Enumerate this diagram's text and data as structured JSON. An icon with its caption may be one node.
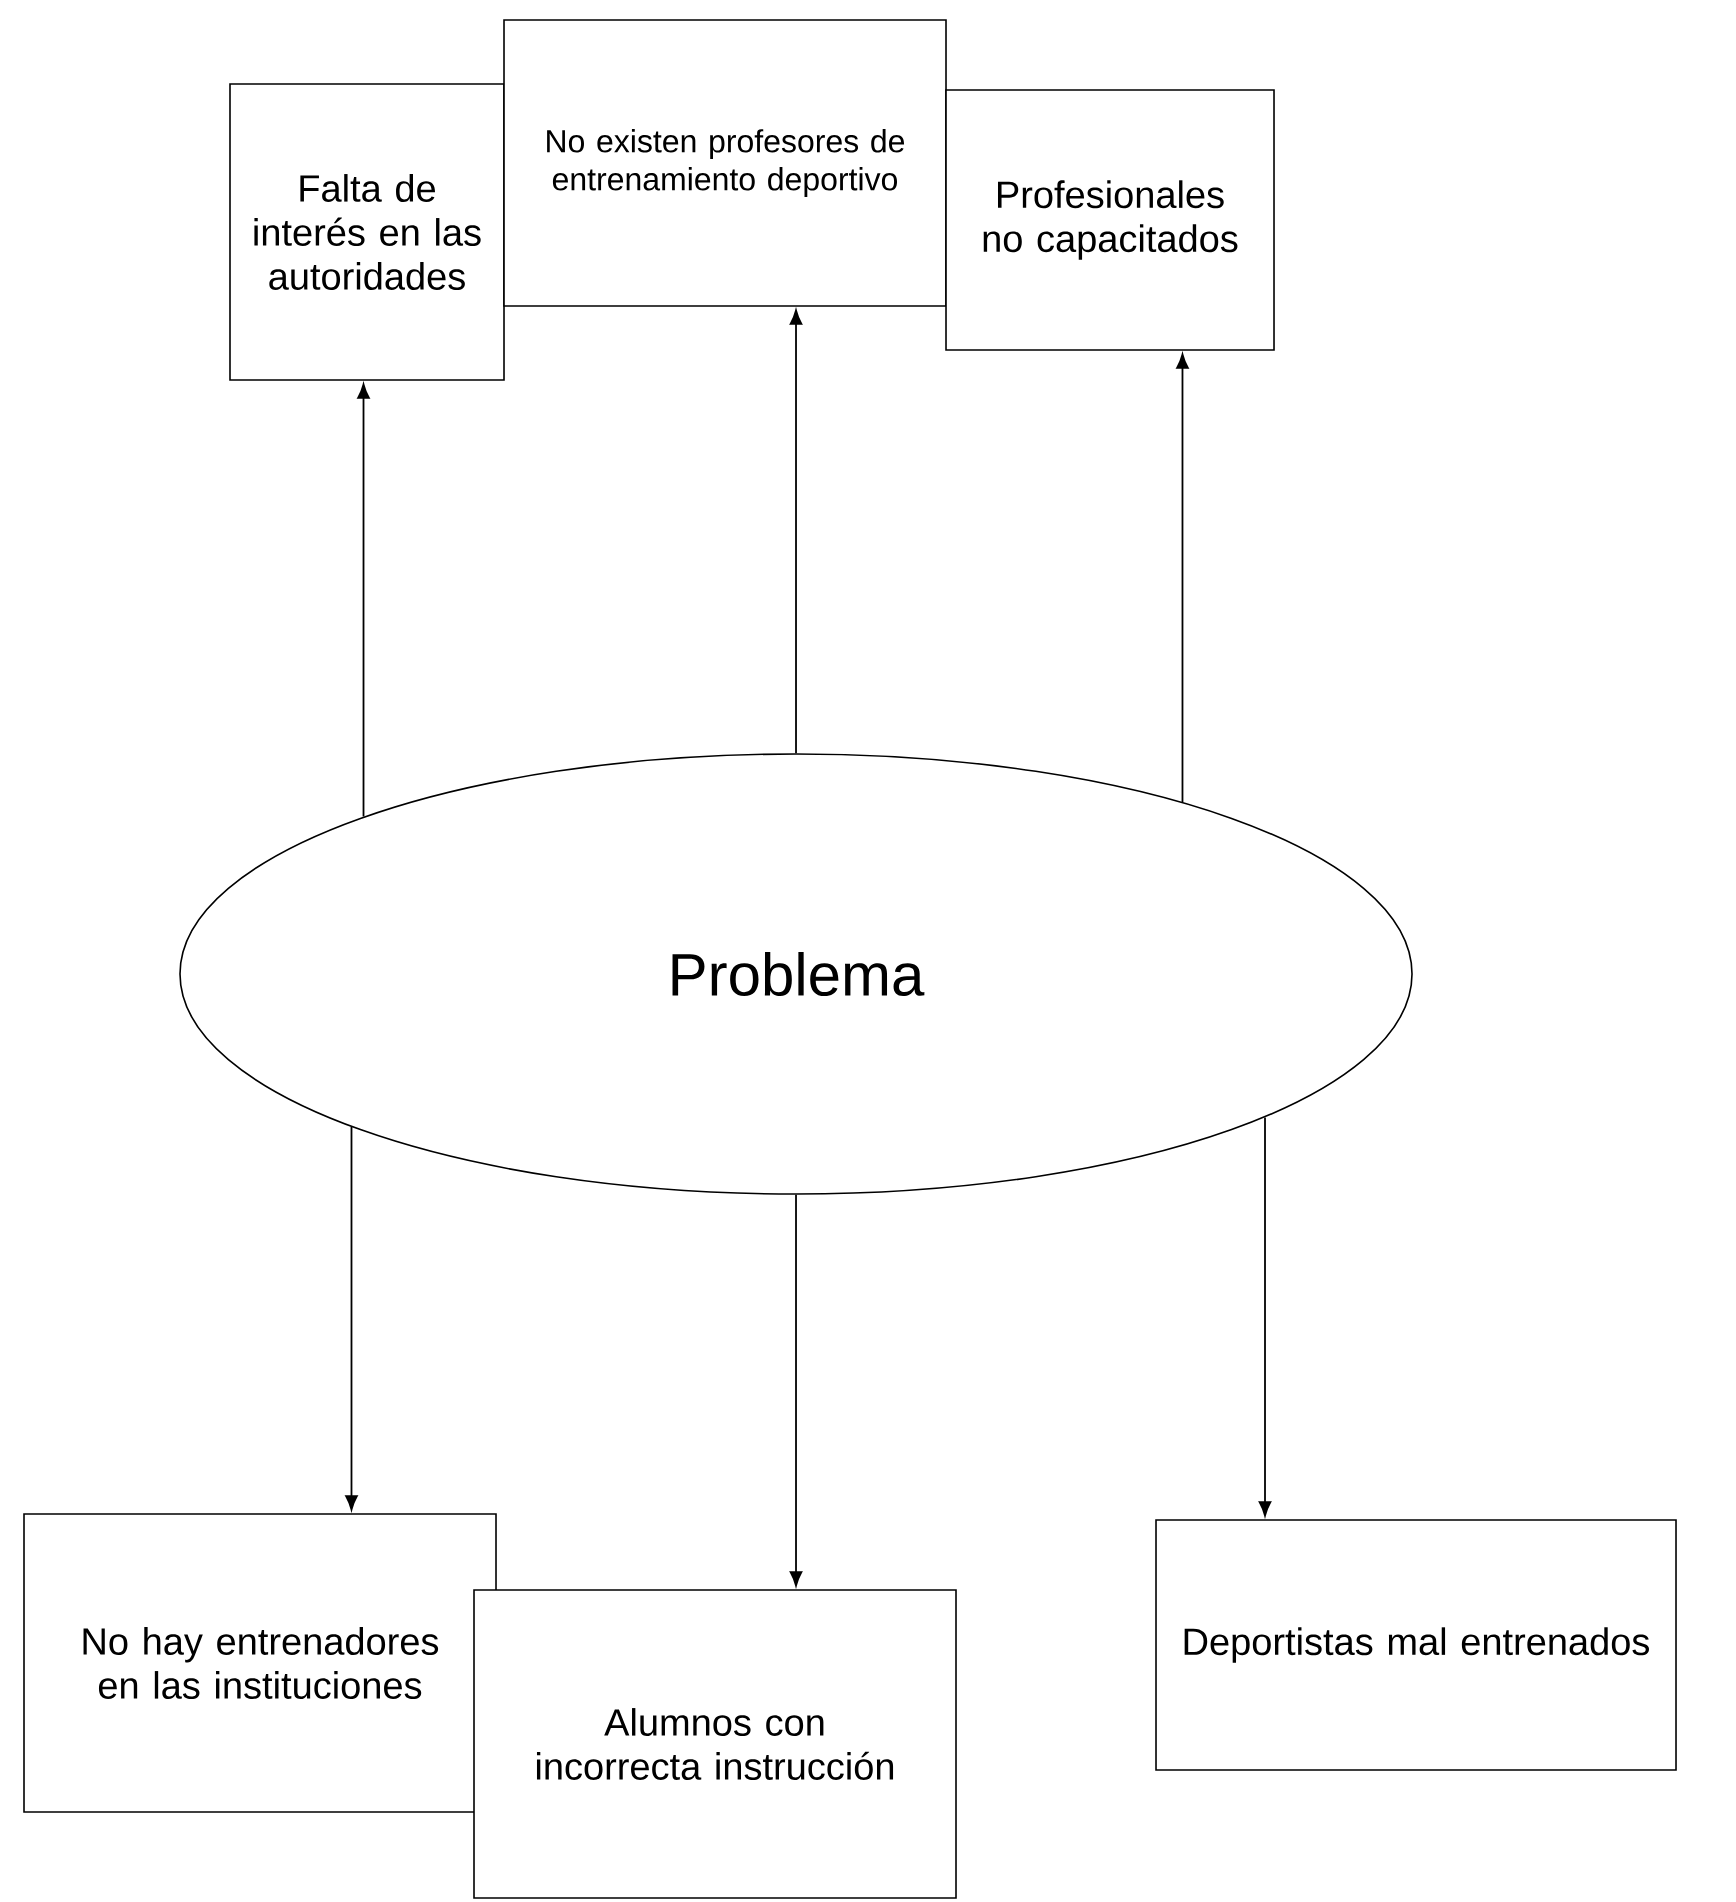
{
  "diagram": {
    "nodes": [
      {
        "text": [
          "Problema"
        ]
      },
      {
        "text": [
          "Falta de interés en las autoridades"
        ]
      },
      {
        "text": [
          "No existen profesores de entrenamiento deportivo"
        ]
      },
      {
        "text": [
          "Profesionales no capacitados"
        ]
      },
      {
        "text": [
          "No hay entrenadores en las instituciones"
        ]
      },
      {
        "text": [
          "Alumnos con incorrecta instrucción"
        ]
      },
      {
        "text": [
          "Deportistas mal entrenados"
        ]
      }
    ],
    "edges": [
      {
        "from": 0,
        "to": 1,
        "arrow": "to"
      },
      {
        "from": 0,
        "to": 2,
        "arrow": "to"
      },
      {
        "from": 0,
        "to": 3,
        "arrow": "to"
      },
      {
        "from": 0,
        "to": 4,
        "arrow": "to"
      },
      {
        "from": 0,
        "to": 5,
        "arrow": "to"
      },
      {
        "from": 0,
        "to": 6,
        "arrow": "to"
      }
    ]
  }
}
